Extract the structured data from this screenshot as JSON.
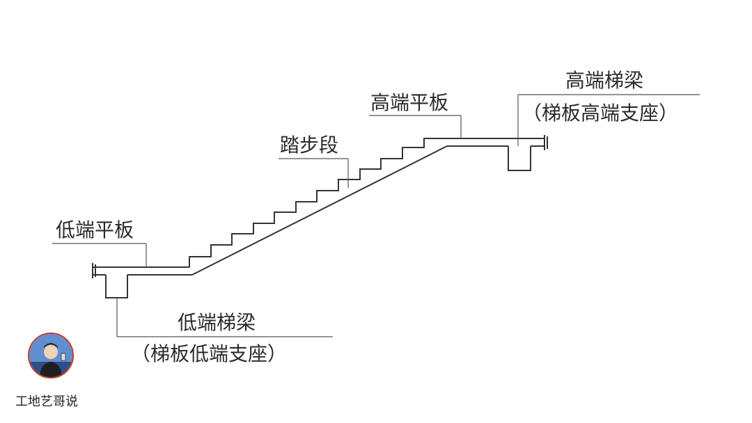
{
  "labels": {
    "low_platform": "低端平板",
    "tread_segment": "踏步段",
    "high_platform": "高端平板",
    "high_beam_line1": "高端梯梁",
    "high_beam_line2": "（梯板高端支座）",
    "low_beam_line1": "低端梯梁",
    "low_beam_line2": "（梯板低端支座）"
  },
  "brand": {
    "name": "工地艺哥说",
    "avatar_icon": "person-avatar-icon"
  },
  "colors": {
    "line": "#333333",
    "avatar_border": "#c0392b"
  }
}
